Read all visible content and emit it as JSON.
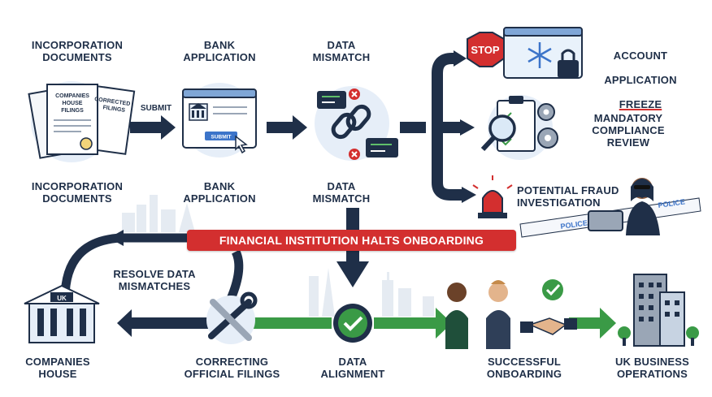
{
  "labels": {
    "incorporation_top": "INCORPORATION\nDOCUMENTS",
    "bank_top": "BANK\nAPPLICATION",
    "mismatch_top": "DATA\nMISMATCH",
    "incorporation_bottom": "INCORPORATION\nDOCUMENTS",
    "bank_bottom": "BANK\nAPPLICATION",
    "mismatch_bottom": "DATA\nMISMATCH",
    "account_freeze_line1": "ACCOUNT",
    "account_freeze_line2": "APPLICATION",
    "account_freeze_line3": "FREEZE",
    "compliance": "MANDATORY\nCOMPLIANCE\nREVIEW",
    "fraud": "POTENTIAL FRAUD\nINVESTIGATION",
    "banner": "FINANCIAL INSTITUTION HALTS ONBOARDING",
    "resolve": "RESOLVE DATA\nMISMATCHES",
    "companies_house": "COMPANIES\nHOUSE",
    "correcting": "CORRECTING\nOFFICIAL FILINGS",
    "alignment": "DATA\nALIGNMENT",
    "onboarding": "SUCCESSFUL\nONBOARDING",
    "operations": "UK BUSINESS\nOPERATIONS"
  },
  "inline_text": {
    "submit": "SUBMIT",
    "doc_front_title": "COMPANIES HOUSE FILINGS",
    "doc_back_title": "CORRECTED FILINGS",
    "submit_button": "SUBMIT",
    "stop_sign": "STOP",
    "police_tape": "POLICE",
    "building_sign": "UK"
  },
  "colors": {
    "navy": "#1f2f48",
    "alert_red": "#d32f2f",
    "success_green": "#3a9a46",
    "light_blue": "#dbe9f7"
  }
}
